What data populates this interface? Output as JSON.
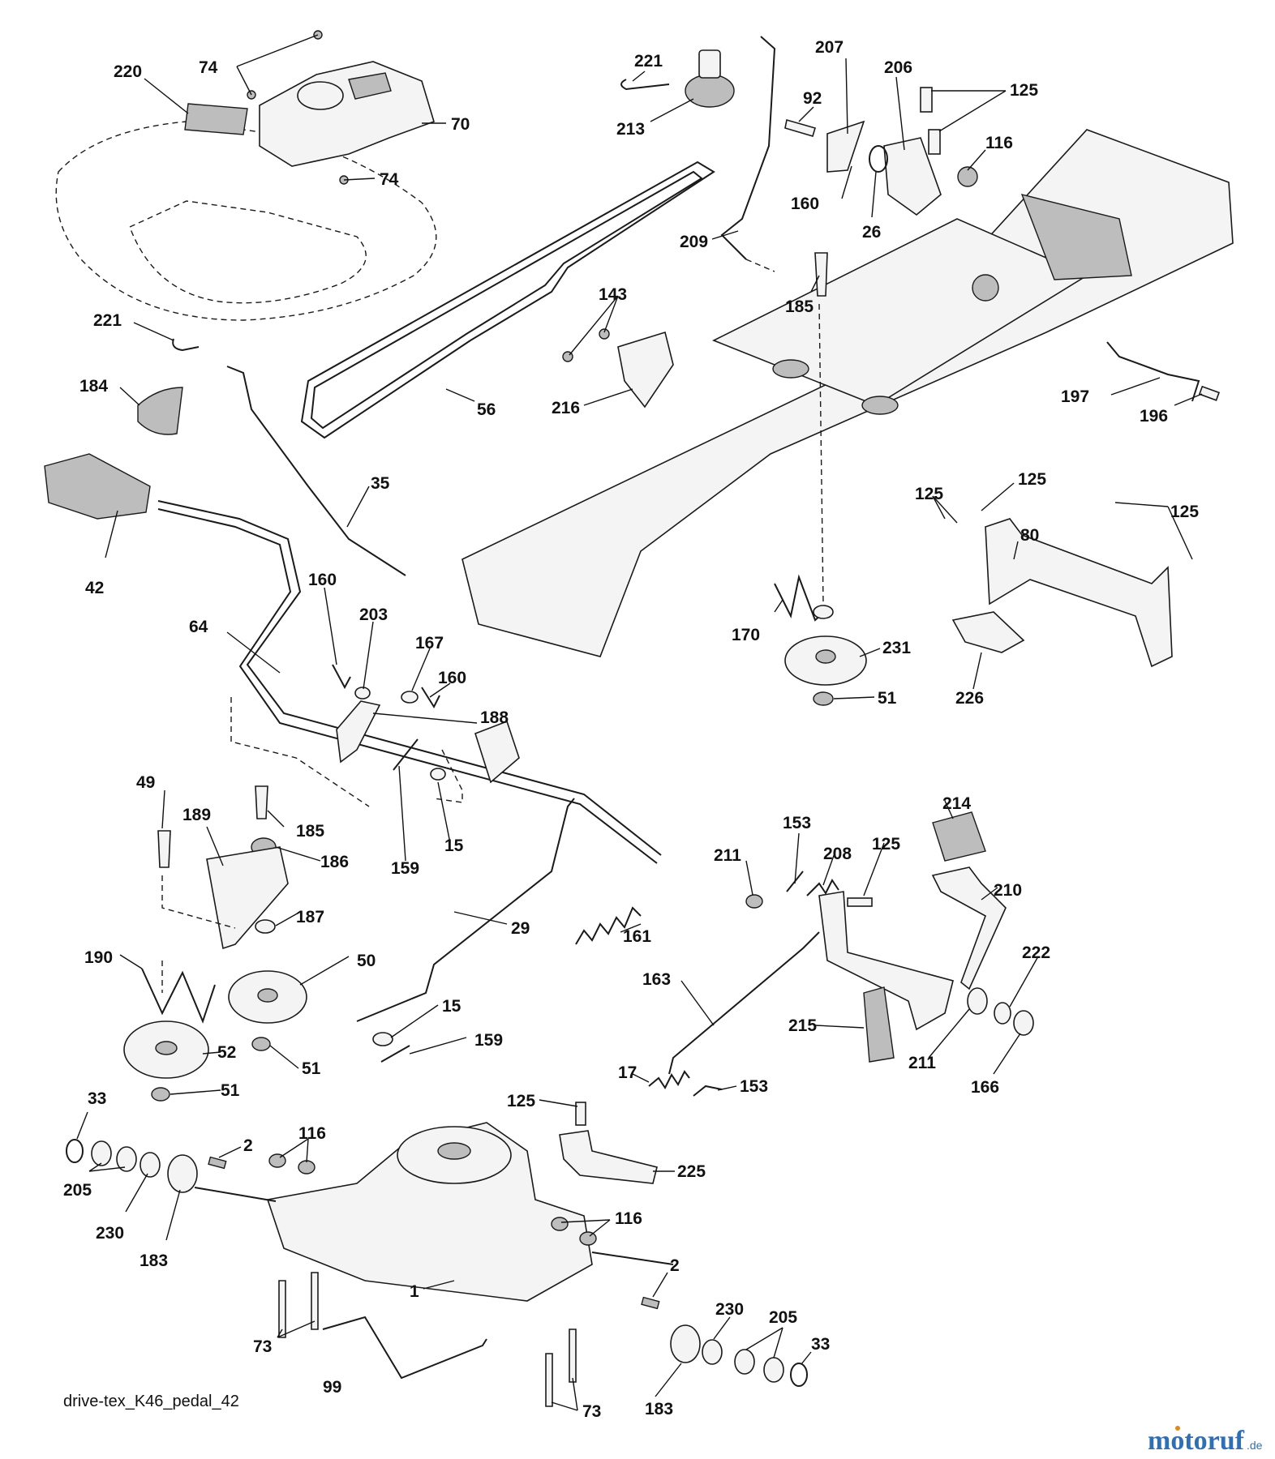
{
  "diagram": {
    "caption": "drive-tex_K46_pedal_42",
    "watermark": {
      "name": "motoruf",
      "suffix": ".de",
      "color": "#2f6fb5",
      "accent_color": "#e08a1e"
    },
    "labels": [
      {
        "id": "l-220",
        "text": "220"
      },
      {
        "id": "l-74a",
        "text": "74"
      },
      {
        "id": "l-70",
        "text": "70"
      },
      {
        "id": "l-74b",
        "text": "74"
      },
      {
        "id": "l-221a",
        "text": "221"
      },
      {
        "id": "l-213",
        "text": "213"
      },
      {
        "id": "l-207",
        "text": "207"
      },
      {
        "id": "l-206",
        "text": "206"
      },
      {
        "id": "l-125a",
        "text": "125"
      },
      {
        "id": "l-92",
        "text": "92"
      },
      {
        "id": "l-116a",
        "text": "116"
      },
      {
        "id": "l-160a",
        "text": "160"
      },
      {
        "id": "l-26",
        "text": "26"
      },
      {
        "id": "l-209",
        "text": "209"
      },
      {
        "id": "l-185a",
        "text": "185"
      },
      {
        "id": "l-143",
        "text": "143"
      },
      {
        "id": "l-221b",
        "text": "221"
      },
      {
        "id": "l-184",
        "text": "184"
      },
      {
        "id": "l-216",
        "text": "216"
      },
      {
        "id": "l-56",
        "text": "56"
      },
      {
        "id": "l-197",
        "text": "197"
      },
      {
        "id": "l-196",
        "text": "196"
      },
      {
        "id": "l-35",
        "text": "35"
      },
      {
        "id": "l-125b",
        "text": "125"
      },
      {
        "id": "l-125c",
        "text": "125"
      },
      {
        "id": "l-125d",
        "text": "125"
      },
      {
        "id": "l-80",
        "text": "80"
      },
      {
        "id": "l-42",
        "text": "42"
      },
      {
        "id": "l-160b",
        "text": "160"
      },
      {
        "id": "l-203",
        "text": "203"
      },
      {
        "id": "l-64",
        "text": "64"
      },
      {
        "id": "l-167",
        "text": "167"
      },
      {
        "id": "l-160c",
        "text": "160"
      },
      {
        "id": "l-170",
        "text": "170"
      },
      {
        "id": "l-231",
        "text": "231"
      },
      {
        "id": "l-51a",
        "text": "51"
      },
      {
        "id": "l-226",
        "text": "226"
      },
      {
        "id": "l-188",
        "text": "188"
      },
      {
        "id": "l-49",
        "text": "49"
      },
      {
        "id": "l-189",
        "text": "189"
      },
      {
        "id": "l-185b",
        "text": "185"
      },
      {
        "id": "l-186",
        "text": "186"
      },
      {
        "id": "l-159a",
        "text": "159"
      },
      {
        "id": "l-15a",
        "text": "15"
      },
      {
        "id": "l-214",
        "text": "214"
      },
      {
        "id": "l-153a",
        "text": "153"
      },
      {
        "id": "l-208",
        "text": "208"
      },
      {
        "id": "l-125e",
        "text": "125"
      },
      {
        "id": "l-211a",
        "text": "211"
      },
      {
        "id": "l-187",
        "text": "187"
      },
      {
        "id": "l-29",
        "text": "29"
      },
      {
        "id": "l-161",
        "text": "161"
      },
      {
        "id": "l-210",
        "text": "210"
      },
      {
        "id": "l-190",
        "text": "190"
      },
      {
        "id": "l-50",
        "text": "50"
      },
      {
        "id": "l-163",
        "text": "163"
      },
      {
        "id": "l-222",
        "text": "222"
      },
      {
        "id": "l-15b",
        "text": "15"
      },
      {
        "id": "l-215",
        "text": "215"
      },
      {
        "id": "l-159b",
        "text": "159"
      },
      {
        "id": "l-52",
        "text": "52"
      },
      {
        "id": "l-51b",
        "text": "51"
      },
      {
        "id": "l-211b",
        "text": "211"
      },
      {
        "id": "l-166",
        "text": "166"
      },
      {
        "id": "l-17",
        "text": "17"
      },
      {
        "id": "l-153b",
        "text": "153"
      },
      {
        "id": "l-51c",
        "text": "51"
      },
      {
        "id": "l-33a",
        "text": "33"
      },
      {
        "id": "l-125f",
        "text": "125"
      },
      {
        "id": "l-116b",
        "text": "116"
      },
      {
        "id": "l-2a",
        "text": "2"
      },
      {
        "id": "l-225",
        "text": "225"
      },
      {
        "id": "l-205a",
        "text": "205"
      },
      {
        "id": "l-230a",
        "text": "230"
      },
      {
        "id": "l-183a",
        "text": "183"
      },
      {
        "id": "l-116c",
        "text": "116"
      },
      {
        "id": "l-1",
        "text": "1"
      },
      {
        "id": "l-2b",
        "text": "2"
      },
      {
        "id": "l-73a",
        "text": "73"
      },
      {
        "id": "l-230b",
        "text": "230"
      },
      {
        "id": "l-205b",
        "text": "205"
      },
      {
        "id": "l-33b",
        "text": "33"
      },
      {
        "id": "l-99",
        "text": "99"
      },
      {
        "id": "l-183b",
        "text": "183"
      },
      {
        "id": "l-73b",
        "text": "73"
      }
    ]
  }
}
